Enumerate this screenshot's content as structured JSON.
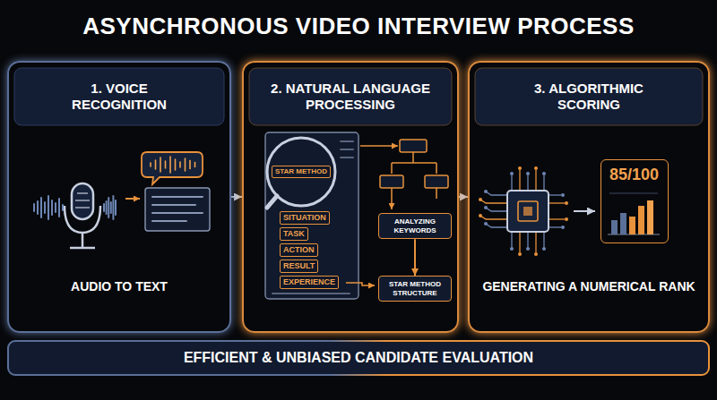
{
  "diagram": {
    "title": "ASYNCHRONOUS VIDEO INTERVIEW PROCESS",
    "nodes": [
      {
        "text": [
          "1. VOICE RECOGNITION",
          "AUDIO TO TEXT"
        ]
      },
      {
        "text": [
          "2. NATURAL LANGUAGE PROCESSING"
        ]
      },
      {
        "text": [
          "ANALYZING KEYWORDS"
        ],
        "in": 1
      },
      {
        "text": [
          "STAR METHOD STRUCTURE"
        ],
        "in": 1
      },
      {
        "text": [
          "3. ALGORITHMIC SCORING",
          "GENERATING A NUMERICAL RANK"
        ]
      },
      {
        "text": [
          "85/100"
        ],
        "in": 4
      },
      {
        "text": [
          "EFFICIENT & UNBIASED CANDIDATE EVALUATION"
        ]
      }
    ],
    "edges": [
      {
        "from": 0,
        "to": 1,
        "arrow": "to"
      },
      {
        "from": 1,
        "to": 4,
        "arrow": "to"
      },
      {
        "from": 2,
        "to": 3,
        "arrow": "to"
      }
    ],
    "labels": [
      "STAR METHOD",
      "SITUATION",
      "TASK",
      "ACTION",
      "RESULT",
      "EXPERIENCE"
    ]
  }
}
